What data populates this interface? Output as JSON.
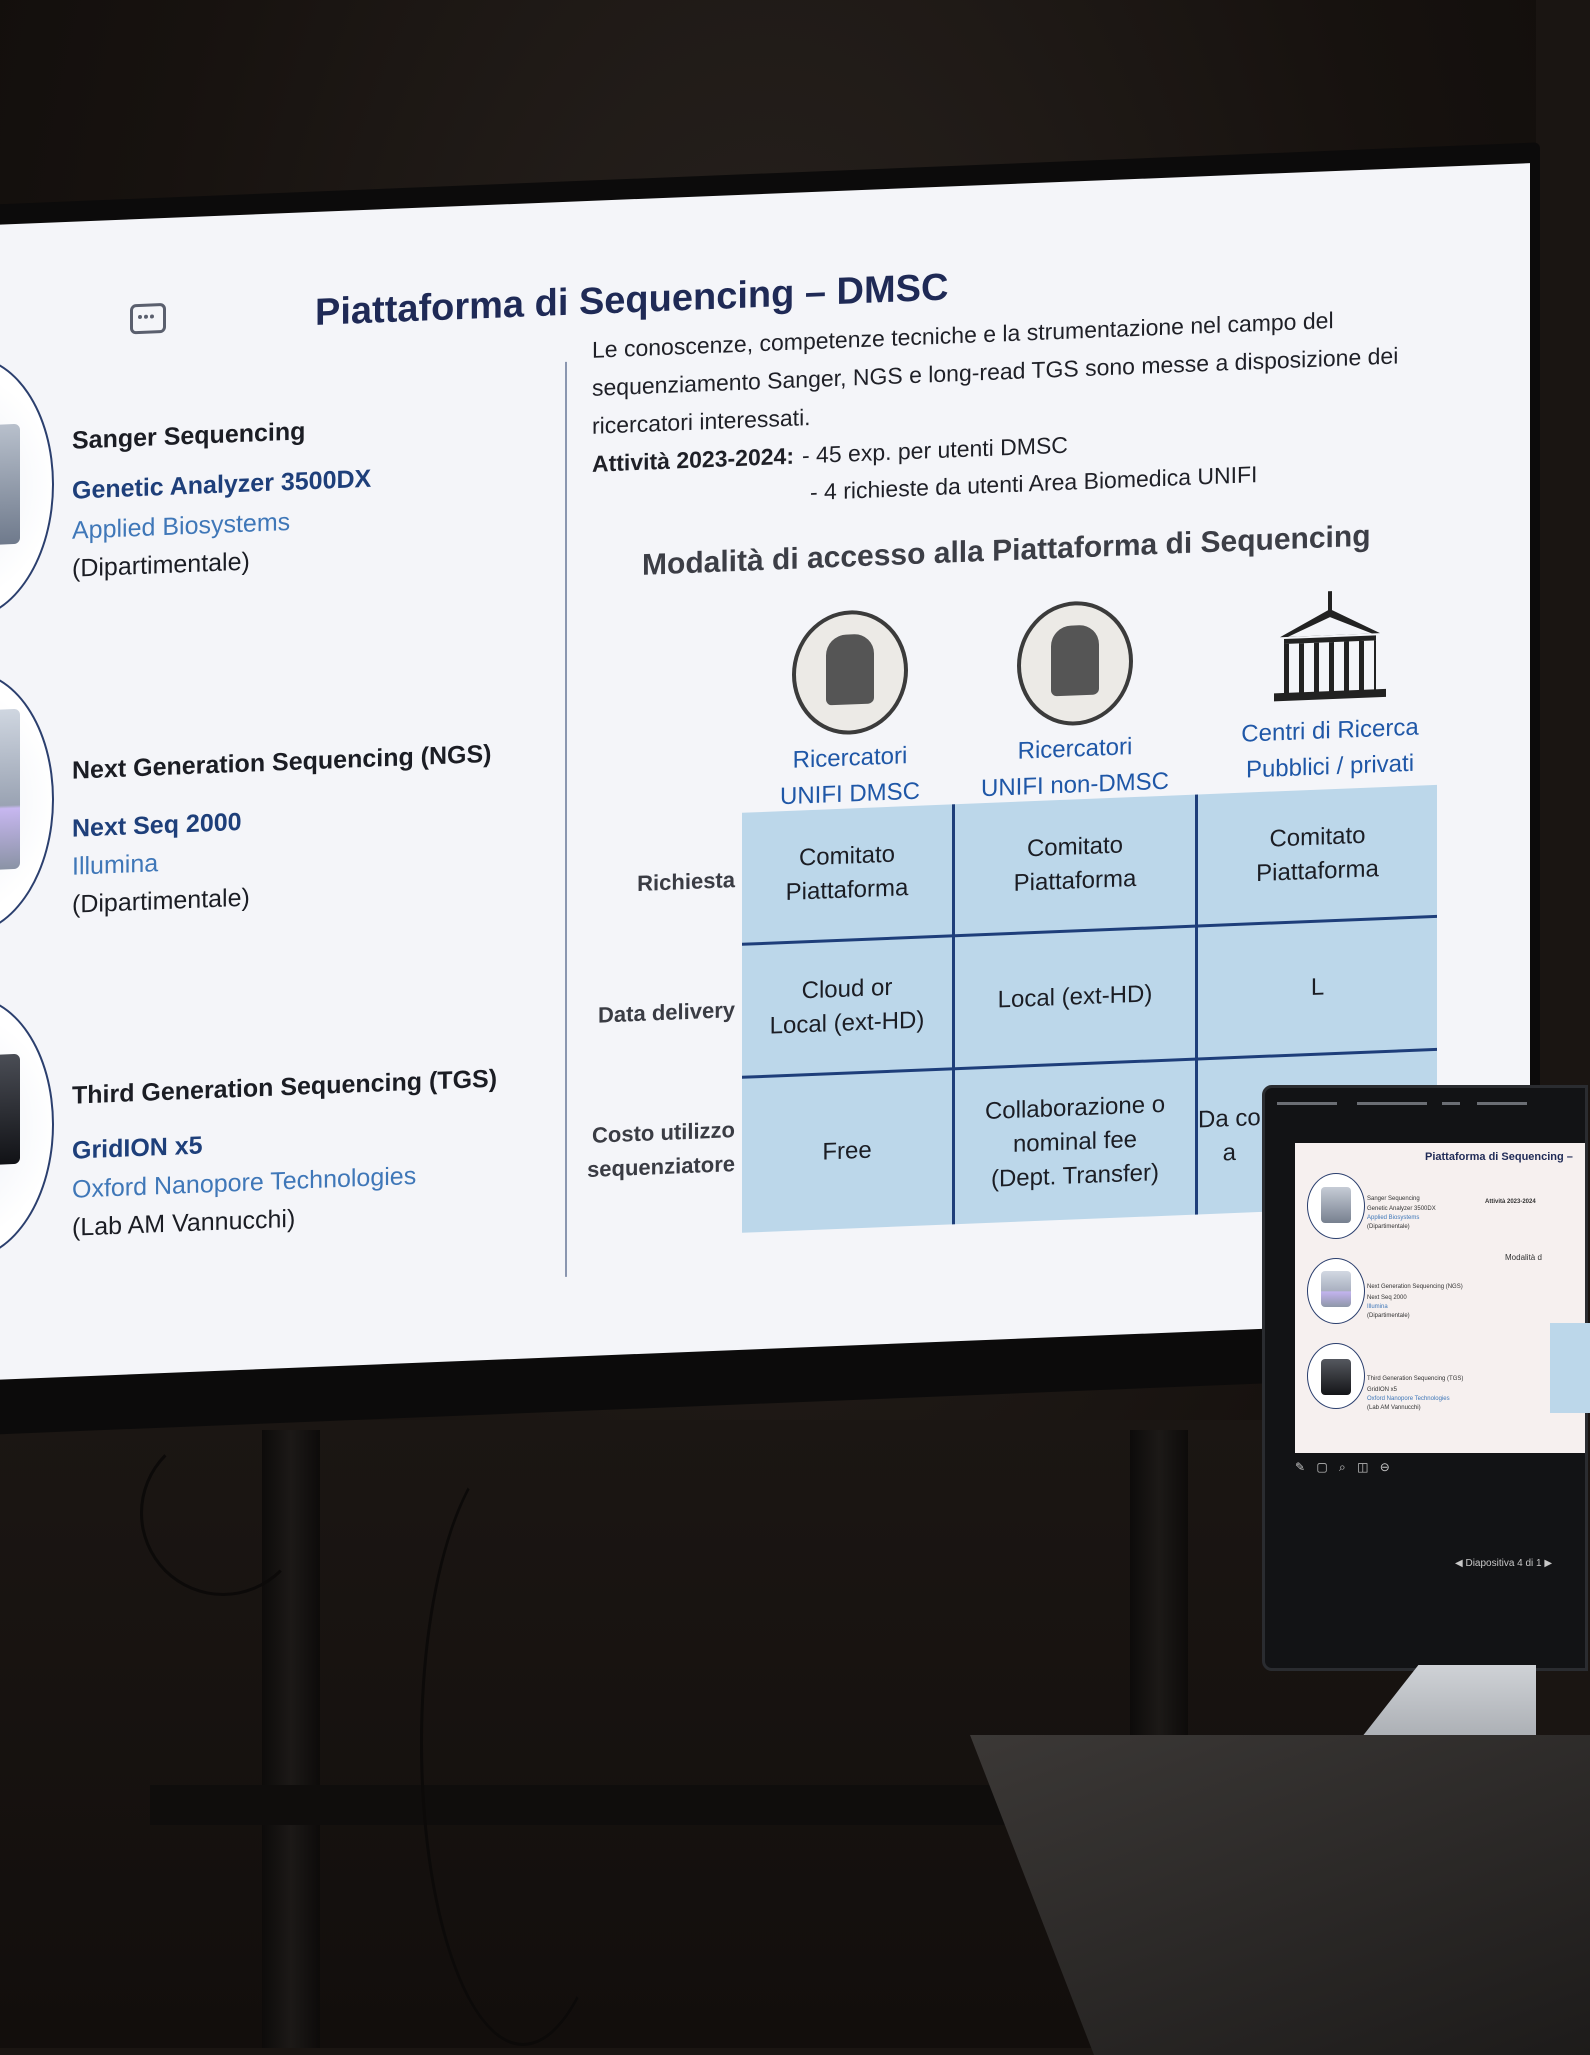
{
  "slide": {
    "title": "Piattaforma di Sequencing – DMSC",
    "intro": "Le conoscenze, competenze tecniche e la strumentazione nel campo del sequenziamento Sanger, NGS e long-read TGS sono messe a disposizione dei ricercatori interessati.",
    "activity_label": "Attività 2023-2024:",
    "activity_items": [
      "- 45 exp. per utenti DMSC",
      "- 4 richieste da utenti Area Biomedica UNIFI"
    ],
    "access_title": "Modalità di accesso alla Piattaforma di Sequencing",
    "instruments": [
      {
        "title": "Sanger Sequencing",
        "model": "Genetic Analyzer 3500DX",
        "vendor": "Applied Biosystems",
        "note": "(Dipartimentale)"
      },
      {
        "title": "Next Generation Sequencing (NGS)",
        "model": "Next Seq 2000",
        "vendor": "Illumina",
        "note": "(Dipartimentale)"
      },
      {
        "title": "Third Generation Sequencing (TGS)",
        "model": "GridION x5",
        "vendor": "Oxford Nanopore Technologies",
        "note": "(Lab AM Vannucchi)"
      }
    ],
    "groups": [
      {
        "line1": "Ricercatori",
        "line2": "UNIFI DMSC",
        "icon": "university-seal-icon"
      },
      {
        "line1": "Ricercatori",
        "line2": "UNIFI non-DMSC",
        "icon": "university-seal-icon"
      },
      {
        "line1": "Centri di Ricerca",
        "line2": "Pubblici / privati",
        "icon": "building-icon"
      }
    ],
    "rows": [
      {
        "label": "Richiesta",
        "cells": [
          "Comitato\nPiattaforma",
          "Comitato\nPiattaforma",
          "Comitato\nPiattaforma"
        ]
      },
      {
        "label": "Data delivery",
        "cells": [
          "Cloud or\nLocal (ext-HD)",
          "Local (ext-HD)",
          "L"
        ]
      },
      {
        "label": "Costo utilizzo\nsequenziatore",
        "cells": [
          "Free",
          "Collaborazione o\nnominal fee\n(Dept. Transfer)",
          "Da co\na"
        ]
      }
    ]
  },
  "laptop": {
    "mini_title": "Piattaforma di Sequencing –",
    "mini_items": [
      [
        "Sanger Sequencing",
        "Genetic Analyzer 3500DX",
        "Applied Biosystems",
        "(Dipartimentale)"
      ],
      [
        "Next Generation Sequencing (NGS)",
        "Next Seq 2000",
        "Illumina",
        "(Dipartimentale)"
      ],
      [
        "Third Generation Sequencing (TGS)",
        "GridION x5",
        "Oxford Nanopore Technologies",
        "(Lab AM Vannucchi)"
      ]
    ],
    "mini_activity": "Attività 2023-2024",
    "mini_access": "Modalità d",
    "nav_text": "Diapositiva 4 di 1"
  },
  "colors": {
    "title": "#1f2a56",
    "model": "#1e3f7a",
    "vendor": "#3f77b8",
    "group_label": "#1f57a7",
    "table_fill": "#bcd7ea",
    "table_line": "#1e3e7a"
  }
}
